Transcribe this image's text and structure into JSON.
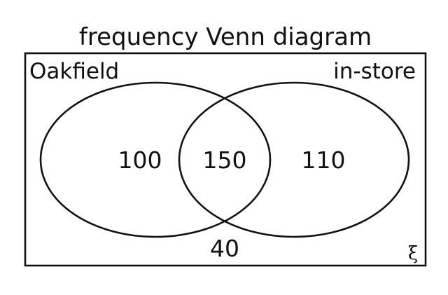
{
  "title": "frequency Venn diagram",
  "universal_symbol": "ξ",
  "sets": {
    "left": {
      "name": "Oakfield"
    },
    "right": {
      "name": "in-store"
    }
  },
  "counts": {
    "left_only": "100",
    "both": "150",
    "right_only": "110",
    "neither": "40"
  },
  "colors": {
    "line": "#111111",
    "background": "#ffffff"
  }
}
